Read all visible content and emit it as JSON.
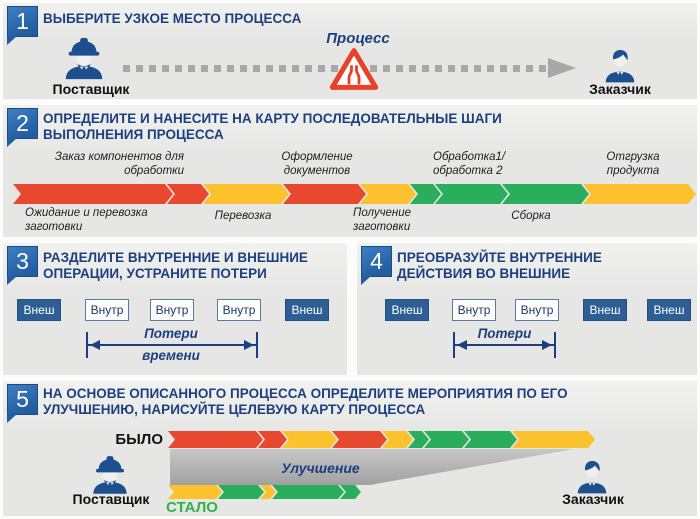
{
  "colors": {
    "red": "#e8492e",
    "yellow": "#fcc22d",
    "green": "#2bae5c",
    "navy": "#1c3f7f",
    "badge_blue": "#2a6cb4",
    "panel_gray": "#e7e8e6",
    "box_fill_blue": "#2d5f95",
    "dash_gray": "#a8a8a8",
    "wedge_gray": "#b3b4b3",
    "stalo_green": "#2eb34a",
    "warning_red": "#e8402a",
    "icon_blue": "#1d4f8e"
  },
  "icons": {
    "supplier": "worker-icon",
    "customer": "businessman-icon",
    "bottleneck": "road-narrows-warning-icon"
  },
  "steps": [
    {
      "num": "1",
      "title": "ВЫБЕРИТЕ УЗКОЕ МЕСТО ПРОЦЕССА"
    },
    {
      "num": "2",
      "title": "ОПРЕДЕЛИТЕ И НАНЕСИТЕ НА КАРТУ ПОСЛЕДОВАТЕЛЬНЫЕ ШАГИ\nВЫПОЛНЕНИЯ ПРОЦЕССА"
    },
    {
      "num": "3",
      "title": "РАЗДЕЛИТЕ ВНУТРЕННИЕ И ВНЕШНИЕ\nОПЕРАЦИИ, УСТРАНИТЕ ПОТЕРИ"
    },
    {
      "num": "4",
      "title": "ПРЕОБРАЗУЙТЕ ВНУТРЕННИЕ\nДЕЙСТВИЯ ВО ВНЕШНИЕ"
    },
    {
      "num": "5",
      "title": "НА ОСНОВЕ ОПИСАННОГО ПРОЦЕССА ОПРЕДЕЛИТЕ МЕРОПРИЯТИЯ ПО ЕГО\nУЛУЧШЕНИЮ, НАРИСУЙТЕ ЦЕЛЕВУЮ КАРТУ ПРОЦЕССА"
    }
  ],
  "section1": {
    "supplier": "Поставщик",
    "process": "Процесс",
    "customer": "Заказчик"
  },
  "section2": {
    "above": [
      "Заказ компонентов для\nобработки",
      "Оформление\nдокументов",
      "Обработка1/\nобработка 2",
      "Отгрузка\nпродукта"
    ],
    "below": [
      "Ожидание и перевозка\nзаготовки",
      "Перевозка",
      "Получение\nзаготовки",
      "Сборка"
    ],
    "chain": [
      {
        "c": "red",
        "w": 154
      },
      {
        "c": "red",
        "w": 36
      },
      {
        "c": "yellow",
        "w": 80
      },
      {
        "c": "red",
        "w": 77
      },
      {
        "c": "yellow",
        "w": 50
      },
      {
        "c": "green",
        "w": 25
      },
      {
        "c": "green",
        "w": 67
      },
      {
        "c": "green",
        "w": 81
      },
      {
        "c": "yellow",
        "w": 107
      }
    ]
  },
  "section3": {
    "boxes": [
      "Внеш",
      "Внутр",
      "Внутр",
      "Внутр",
      "Внеш"
    ],
    "loss_line1": "Потери",
    "loss_line2": "времени"
  },
  "section4": {
    "boxes": [
      "Внеш",
      "Внутр",
      "Внутр",
      "Внеш",
      "Внеш"
    ],
    "loss": "Потери"
  },
  "section5": {
    "before_label": "БЫЛО",
    "after_label": "СТАЛО",
    "improvement": "Улучшение",
    "supplier": "Поставщик",
    "customer": "Заказчик",
    "before_chain": [
      {
        "c": "red",
        "w": 90
      },
      {
        "c": "red",
        "w": 24
      },
      {
        "c": "yellow",
        "w": 50
      },
      {
        "c": "red",
        "w": 50
      },
      {
        "c": "yellow",
        "w": 26
      },
      {
        "c": "green",
        "w": 16
      },
      {
        "c": "green",
        "w": 40
      },
      {
        "c": "green",
        "w": 48
      },
      {
        "c": "yellow",
        "w": 78
      }
    ],
    "after_chain": [
      {
        "c": "yellow",
        "w": 50
      },
      {
        "c": "green",
        "w": 42
      },
      {
        "c": "yellow",
        "w": 12
      },
      {
        "c": "green",
        "w": 68
      },
      {
        "c": "green",
        "w": 17
      }
    ]
  }
}
